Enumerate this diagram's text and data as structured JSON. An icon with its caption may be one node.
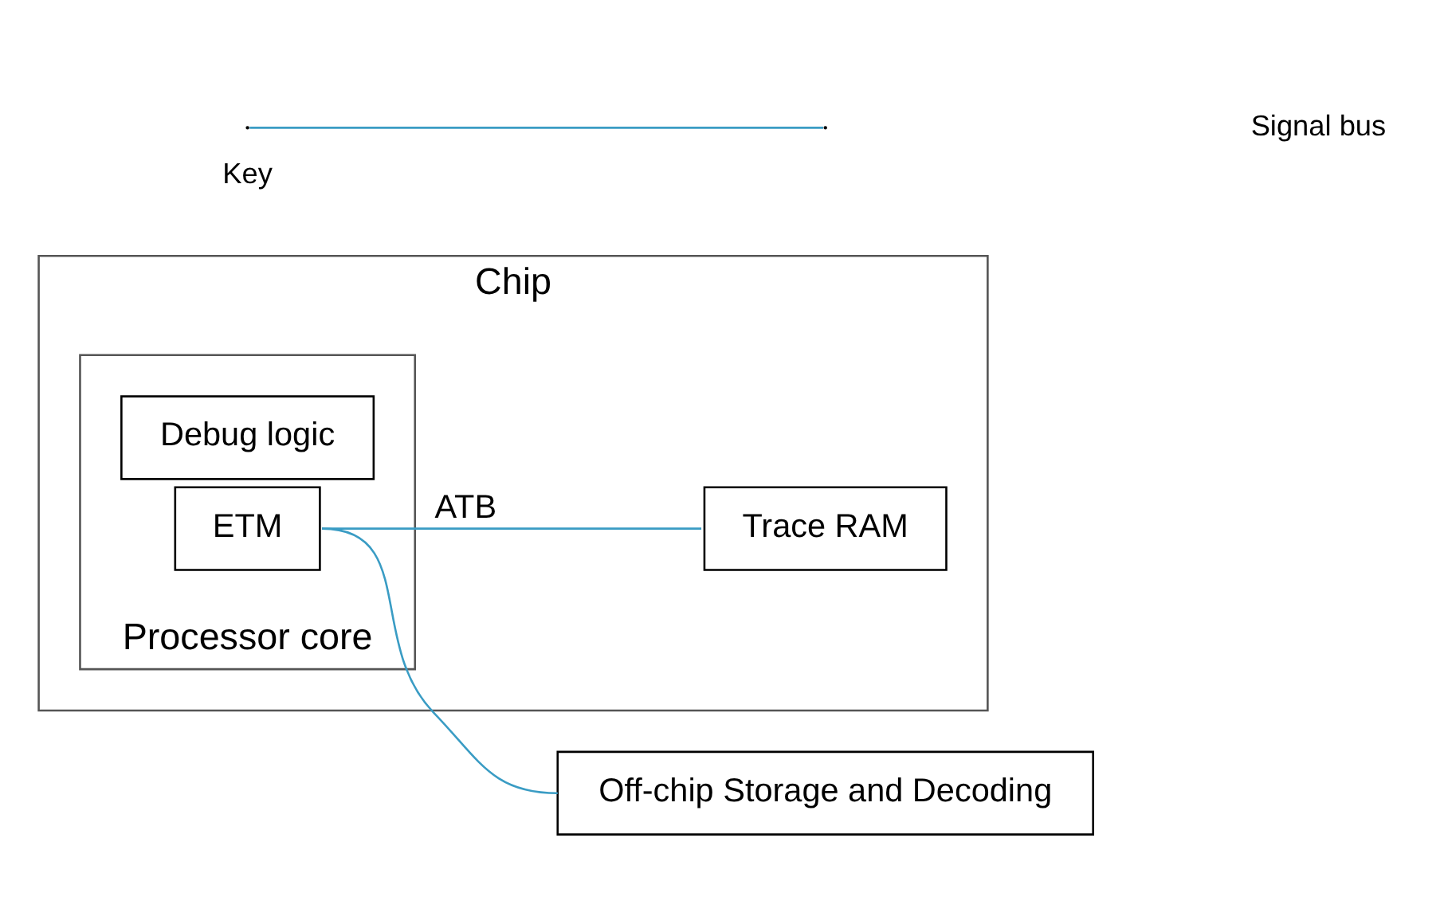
{
  "diagram": {
    "nodes": [
      {
        "text": [
          "Chip"
        ]
      },
      {
        "text": [
          "Processor core"
        ],
        "in": 0
      },
      {
        "text": [
          "Debug logic"
        ],
        "in": 1
      },
      {
        "text": [
          "ETM"
        ],
        "in": 1
      },
      {
        "text": [
          "Trace RAM"
        ],
        "in": 0
      },
      {
        "text": [
          "Off-chip Storage and Decoding"
        ]
      }
    ],
    "edges": [
      {
        "from": 3,
        "to": 4,
        "arrow": "none",
        "label": "ATB"
      },
      {
        "from": 3,
        "to": 5,
        "arrow": "none"
      }
    ],
    "labels": [
      "Key"
    ],
    "legend": [
      {
        "text": "Signal bus"
      }
    ]
  }
}
